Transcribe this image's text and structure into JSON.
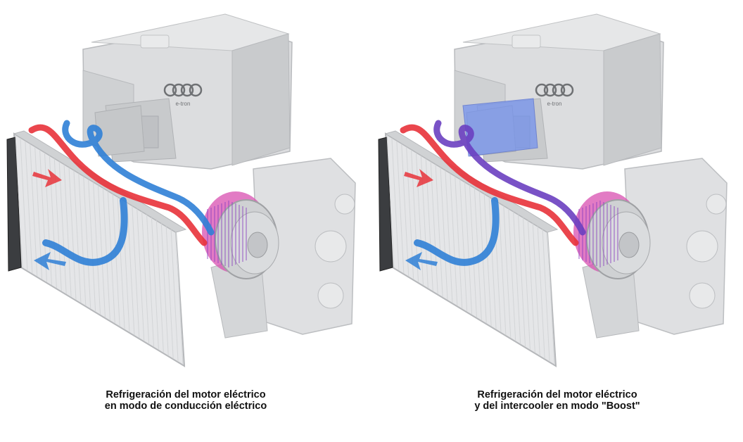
{
  "panels": [
    {
      "caption_line1": "Refrigeración del motor eléctrico",
      "caption_line2": "en modo de conducción eléctrico",
      "brand_text": "e-tron",
      "intercooler_active": false
    },
    {
      "caption_line1": "Refrigeración del motor eléctrico",
      "caption_line2": "y del intercooler en modo \"Boost\"",
      "brand_text": "e-tron",
      "intercooler_active": true
    }
  ],
  "colors": {
    "hot_coolant": "#e8323a",
    "cold_coolant": "#2f7fd6",
    "boost_coolant": "#6a3fc0",
    "motor_glow": "#d84fb0",
    "intercooler": "#6f8ff0",
    "engine_gray": "#d2d4d6",
    "engine_stroke": "#b7b9bc"
  }
}
